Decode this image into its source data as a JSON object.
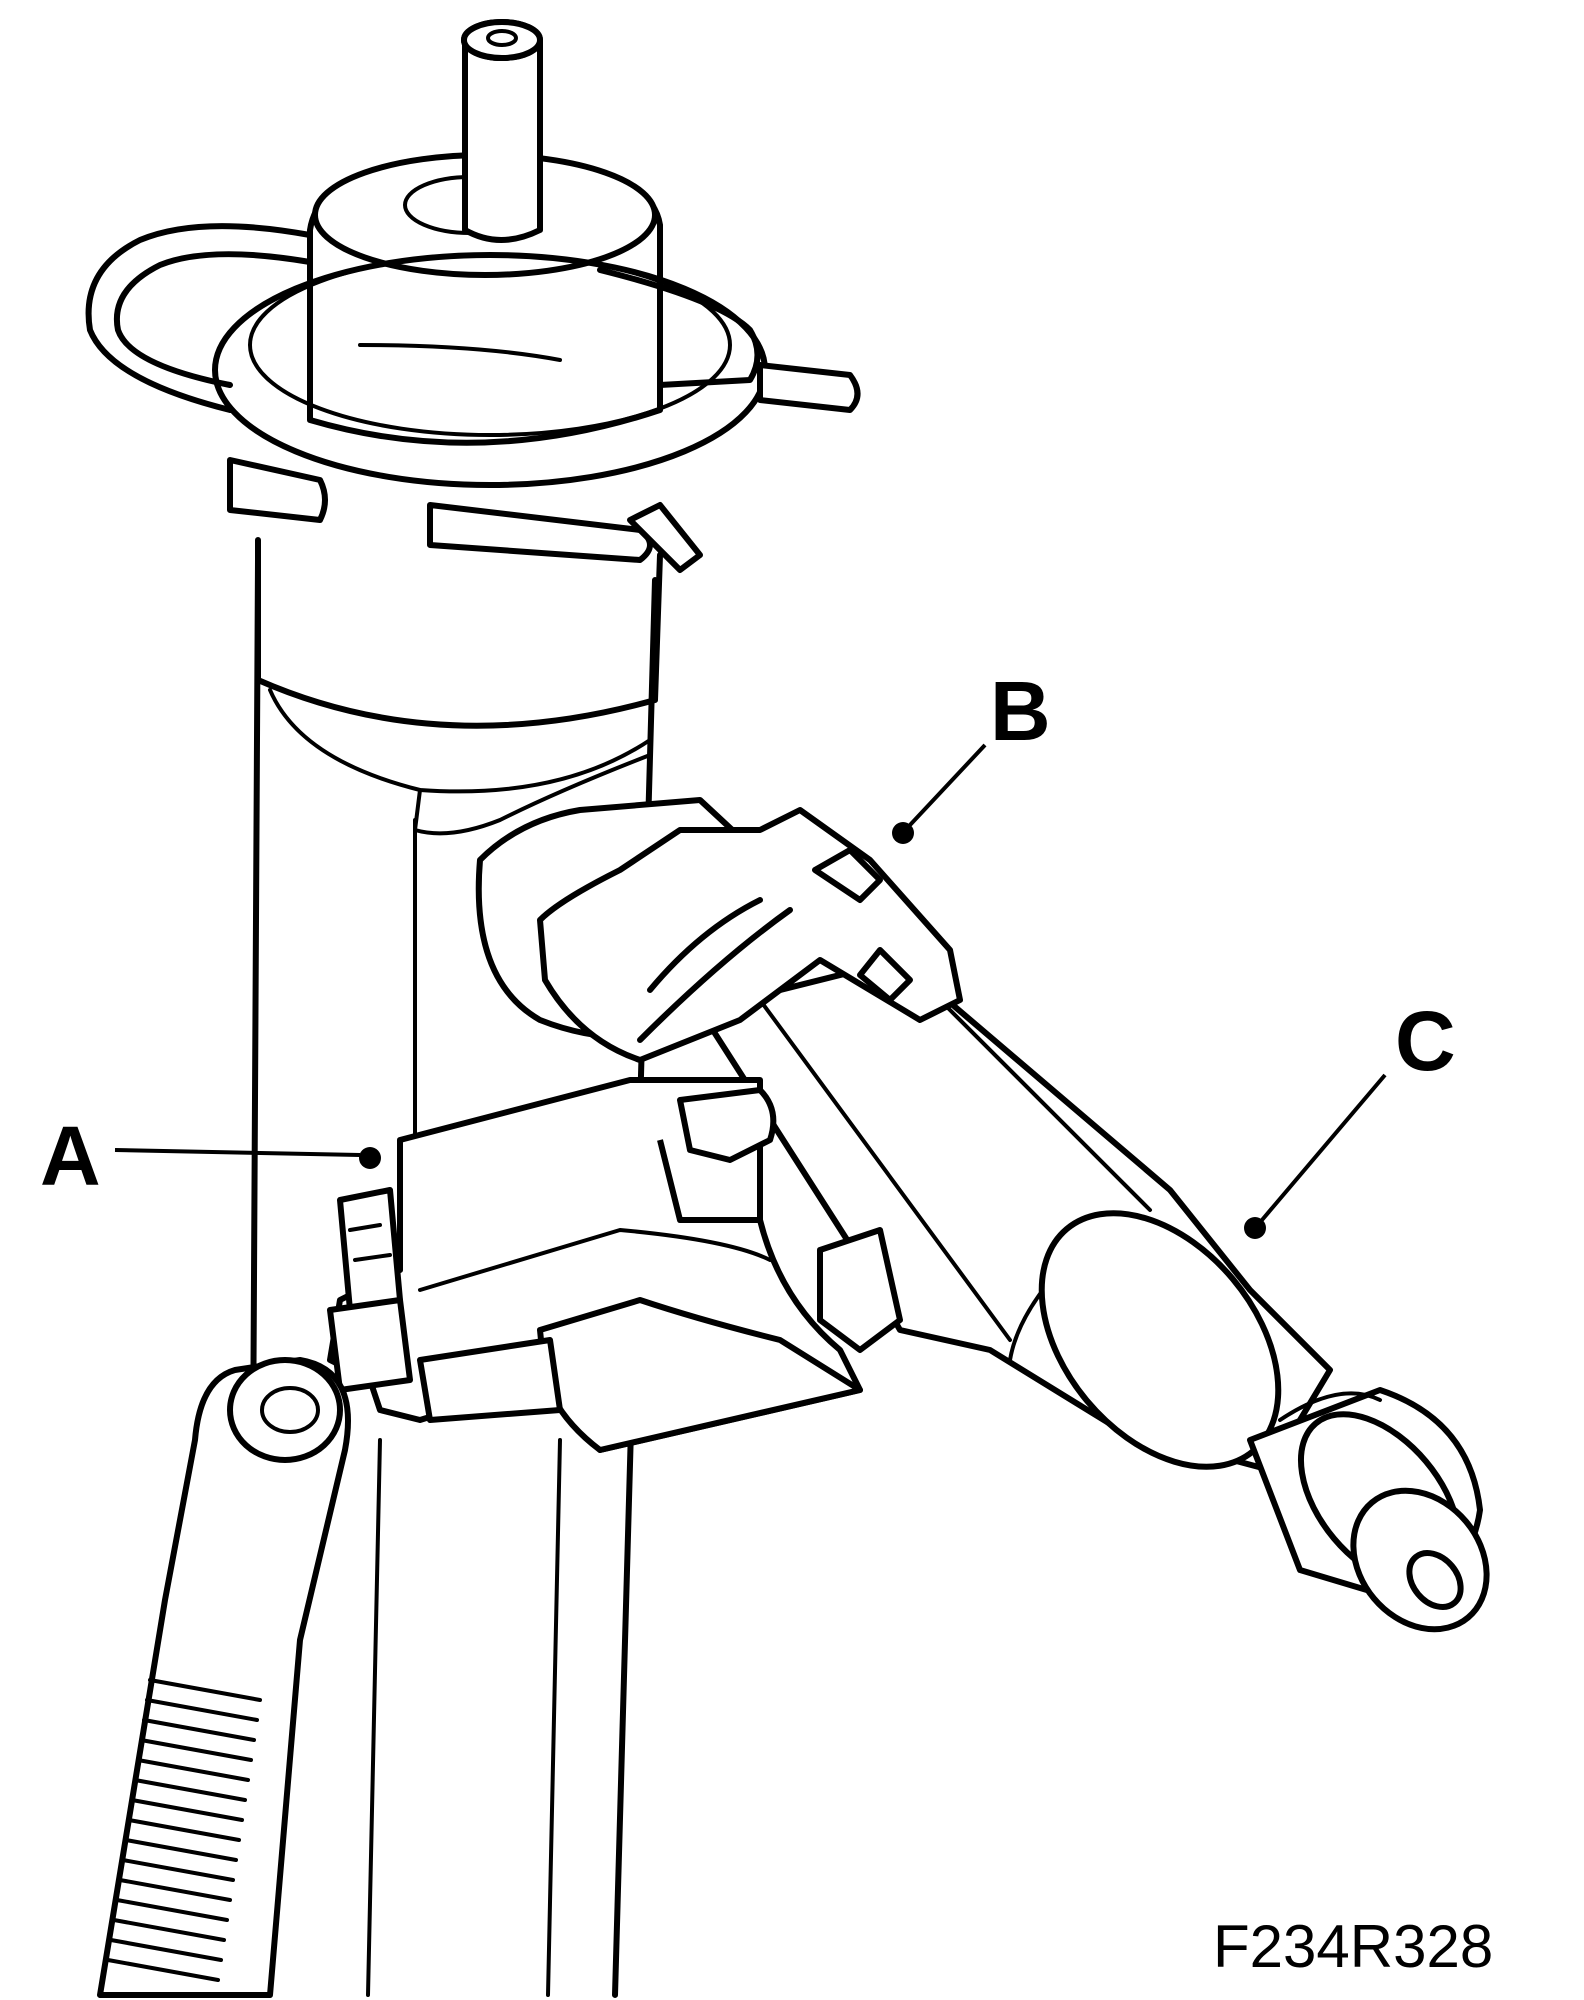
{
  "labels": {
    "a": "A",
    "b": "B",
    "c": "C"
  },
  "figure_code": "F234R328",
  "colors": {
    "line": "#000000",
    "background": "#ffffff"
  }
}
